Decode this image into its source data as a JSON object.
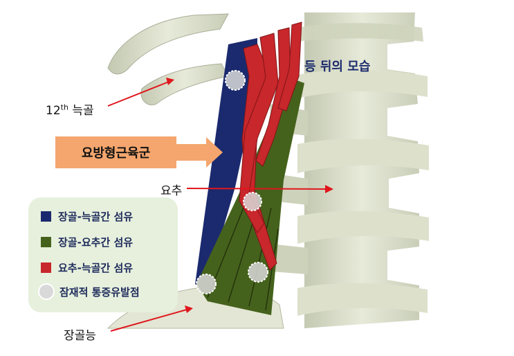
{
  "diagram": {
    "title": "등 뒤의 모습",
    "labels": {
      "rib_main": "12",
      "rib_sup": "th",
      "rib_suffix": " 늑골",
      "lumbar": "요추",
      "iliac_crest": "장골능"
    },
    "muscle_label": "요방형근육군",
    "legend": [
      {
        "label": "장골-늑골간 섬유",
        "color": "#1b2a6e"
      },
      {
        "label": "장골-요추간 섬유",
        "color": "#45621c"
      },
      {
        "label": "요추-늑골간 섬유",
        "color": "#c8272b"
      },
      {
        "label": "잠재적 통증유발점",
        "color": "#d9d9d9"
      }
    ],
    "colors": {
      "arrow": "#e0161c",
      "bone": "#d8ddc6",
      "legend_bg": "#e6f0dd",
      "muscle_box": "#f4a66e"
    }
  }
}
